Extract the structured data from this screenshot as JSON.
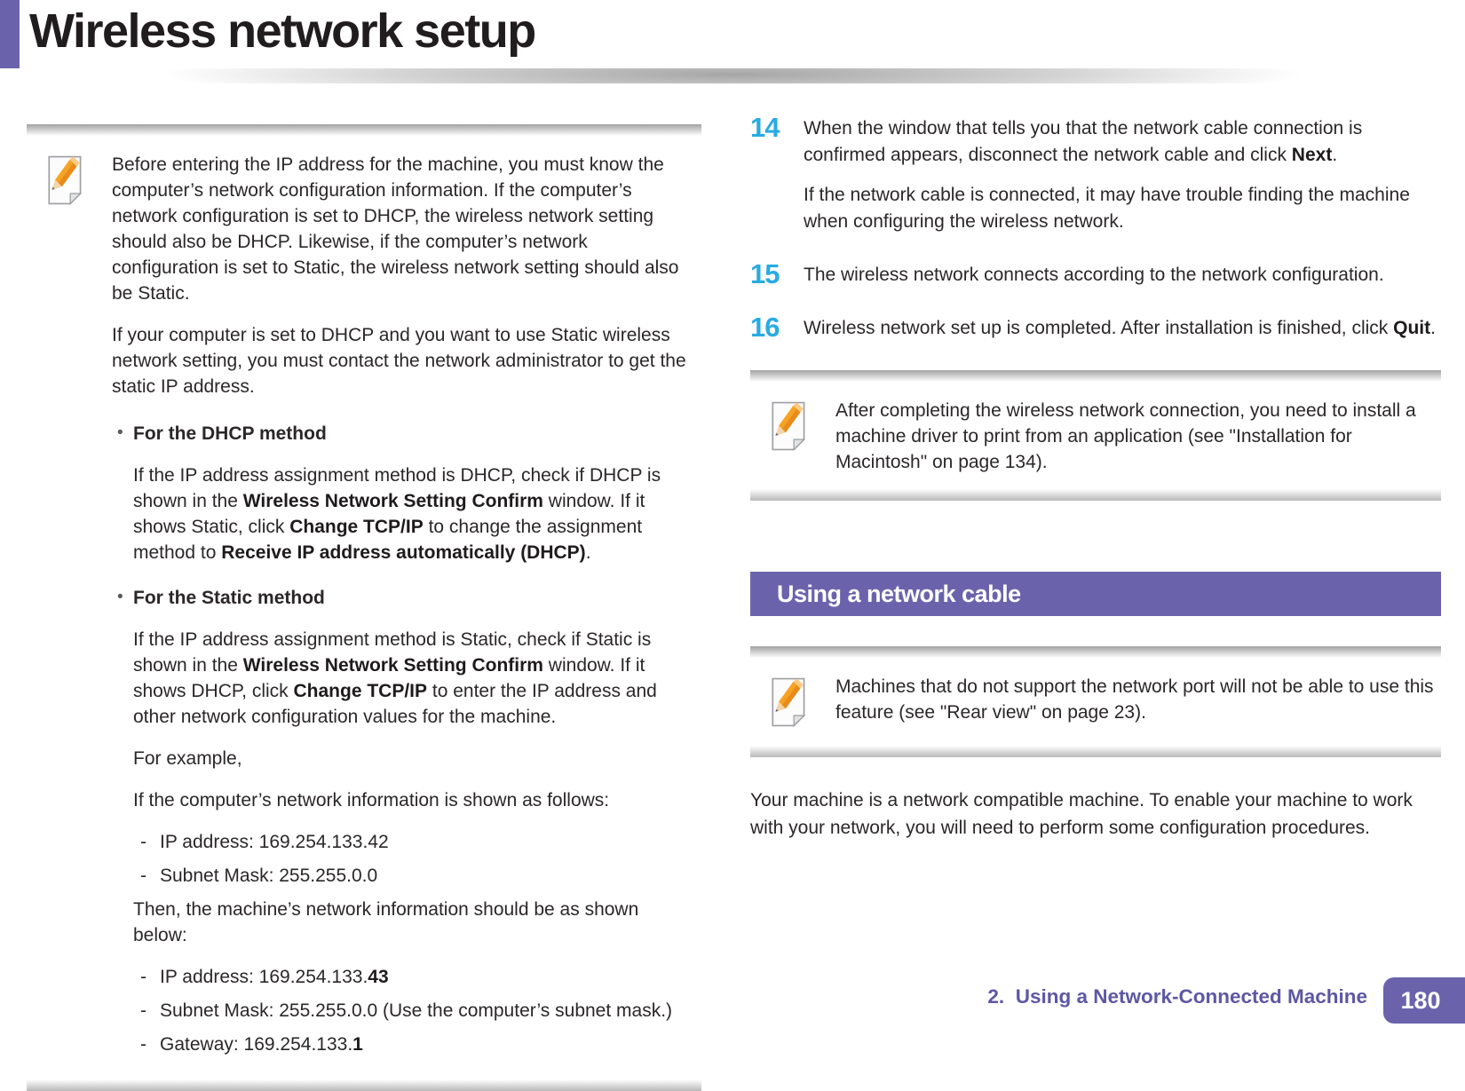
{
  "colors": {
    "purple": "#6a63ac",
    "step_blue": "#29abe2",
    "text": "#2b2728",
    "footer_purple": "#5d58a3"
  },
  "header": {
    "title": "Wireless network setup"
  },
  "icons": {
    "note_icon_name": "pencil-note-icon"
  },
  "left_note": {
    "paragraphs": [
      [
        {
          "t": "Before entering the IP address for the machine, you must know the computer’s network configuration information. If the computer’s network configuration is set to DHCP, the wireless network setting should also be DHCP. Likewise, if the computer’s network configuration is set to Static, the wireless network setting should also be Static."
        }
      ],
      [
        {
          "t": "If your computer is set to DHCP and you want to use Static wireless network setting, you must contact the network administrator to get the static IP address."
        }
      ]
    ],
    "bullets": [
      {
        "title": "For the DHCP method",
        "body": [
          {
            "t": "If the IP address assignment method is DHCP, check if DHCP is shown in the "
          },
          {
            "t": "Wireless Network Setting Confirm",
            "b": true
          },
          {
            "t": " window. If it shows Static, click "
          },
          {
            "t": "Change TCP/IP",
            "b": true
          },
          {
            "t": " to change the assignment method to "
          },
          {
            "t": "Receive IP address automatically (DHCP)",
            "b": true
          },
          {
            "t": "."
          }
        ]
      },
      {
        "title": "For the Static method",
        "body": [
          {
            "t": "If the IP address assignment method is Static, check if Static is shown in the "
          },
          {
            "t": "Wireless Network Setting Confirm",
            "b": true
          },
          {
            "t": " window. If it shows DHCP, click "
          },
          {
            "t": "Change TCP/IP",
            "b": true
          },
          {
            "t": " to enter the IP address and other network configuration values for the machine."
          }
        ]
      }
    ],
    "example": {
      "intro": "For example,",
      "computer_heading": "If the computer’s network information is shown as follows:",
      "computer_items": [
        [
          {
            "t": "IP address: 169.254.133.42"
          }
        ],
        [
          {
            "t": "Subnet Mask: 255.255.0.0"
          }
        ]
      ],
      "machine_heading": "Then, the machine’s network information should be as shown below:",
      "machine_items": [
        [
          {
            "t": "IP address: 169.254.133."
          },
          {
            "t": "43",
            "b": true
          }
        ],
        [
          {
            "t": "Subnet Mask: 255.255.0.0 (Use the computer’s subnet mask.)"
          }
        ],
        [
          {
            "t": "Gateway: 169.254.133."
          },
          {
            "t": "1",
            "b": true
          }
        ]
      ]
    }
  },
  "steps": [
    {
      "num": "14",
      "paras": [
        [
          {
            "t": "When the window that tells you that the network cable connection is confirmed appears, disconnect the network cable and click "
          },
          {
            "t": "Next",
            "b": true
          },
          {
            "t": "."
          }
        ],
        [
          {
            "t": "If the network cable is connected, it may have trouble finding the machine when configuring the wireless network."
          }
        ]
      ]
    },
    {
      "num": "15",
      "paras": [
        [
          {
            "t": "The wireless network connects according to the network configuration."
          }
        ]
      ]
    },
    {
      "num": "16",
      "paras": [
        [
          {
            "t": "Wireless network set up is completed. After installation is finished, click "
          },
          {
            "t": "Quit",
            "b": true
          },
          {
            "t": "."
          }
        ]
      ]
    }
  ],
  "right_note_1": [
    {
      "t": "After completing the wireless network connection, you need to install a machine driver to print from an application (see \"Installation for Macintosh\" on page 134)."
    }
  ],
  "section_header": {
    "label": "Using a network cable"
  },
  "right_note_2": [
    {
      "t": "Machines that do not support the network port will not be able to use this feature (see \"Rear view\" on page 23)."
    }
  ],
  "closing_paragraph": "Your machine is a network compatible machine. To enable your machine to work with your network, you will need to perform some configuration procedures.",
  "footer": {
    "chapter": "2.  Using a Network-Connected Machine",
    "page_number": "180"
  }
}
